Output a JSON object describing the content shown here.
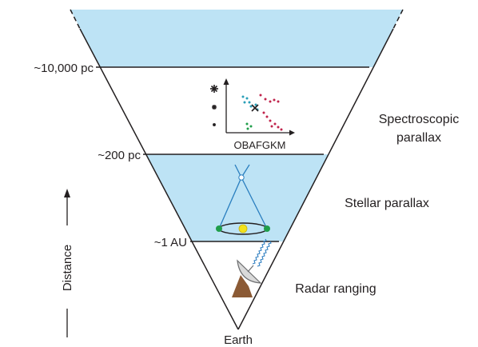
{
  "labels": {
    "distance_10000": "~10,000 pc",
    "distance_200": "~200 pc",
    "distance_1au": "~1 AU",
    "earth": "Earth",
    "axis": "Distance"
  },
  "methods": {
    "spectroscopic_line1": "Spectroscopic",
    "spectroscopic_line2": "parallax",
    "stellar": "Stellar parallax",
    "radar": "Radar ranging"
  },
  "hr_diagram": {
    "spectral_classes": "OBAFGKM"
  },
  "colors": {
    "band_fill": "#bde3f5",
    "outline": "#231f20",
    "star_green": "#1f9e4a",
    "star_red": "#c0234b",
    "star_teal": "#2a9fb8",
    "sun": "#f2e21b",
    "dish_base": "#8b5a35",
    "radar_wave": "#2f7fc1"
  }
}
